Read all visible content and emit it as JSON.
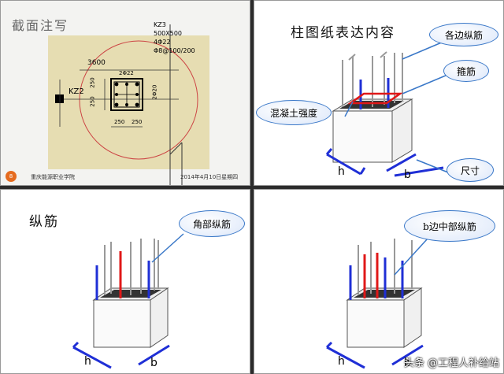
{
  "panel1": {
    "title": "截面注写",
    "drawing": {
      "kz3": "KZ3",
      "size": "500X500",
      "rebar_main": "4Φ22",
      "stirrup": "Φ8@100/200",
      "top_bars": "2Φ22",
      "side_bars": "2Φ20",
      "dim_3600": "3600",
      "kz2": "KZ2",
      "dim_250_a": "250",
      "dim_250_b": "250",
      "dim_250_c": "250",
      "dim_250_d": "250"
    },
    "footer_left": "重庆能源职业学院",
    "footer_right": "2014年4月10日星期四",
    "page_no": "8"
  },
  "panel2": {
    "title": "柱图纸表达内容",
    "callouts": {
      "edge_bars": "各边纵筋",
      "stirrup": "箍筋",
      "concrete": "混凝土强度",
      "size": "尺寸"
    },
    "dim_h": "h",
    "dim_b": "b"
  },
  "panel3": {
    "title": "纵筋",
    "callout": "角部纵筋",
    "dim_h": "h",
    "dim_b": "b"
  },
  "panel4": {
    "callout": "b边中部纵筋",
    "dim_h": "h",
    "dim_b": "b"
  },
  "watermark": "头条 @工程人补给站",
  "colors": {
    "blue": "#1f2fd6",
    "red": "#e01818",
    "callout_border": "#3a78c8"
  }
}
